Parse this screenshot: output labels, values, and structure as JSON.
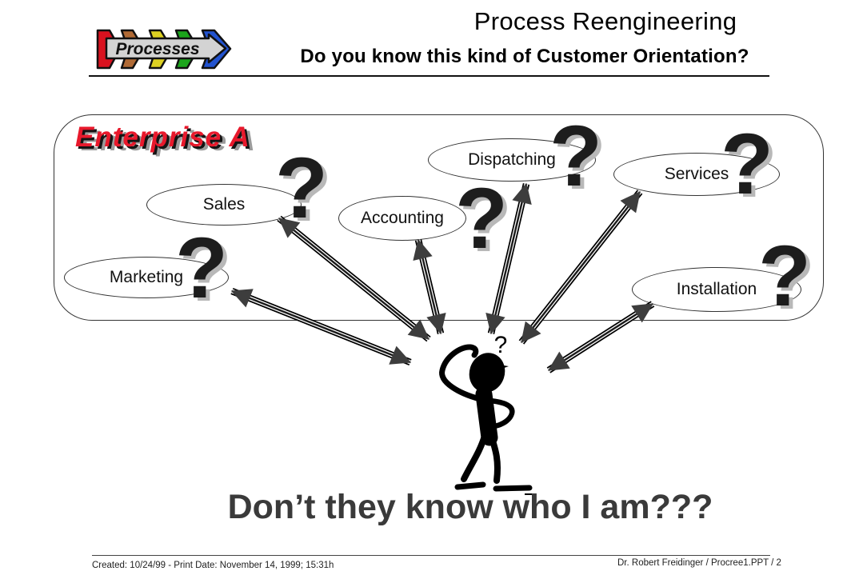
{
  "header": {
    "logo_label": "Processes",
    "title": "Process Reengineering",
    "subtitle": "Do you know this kind of Customer Orientation?",
    "logo_colors": {
      "red": "#d9121f",
      "copper": "#b06a35",
      "yellow": "#ddd122",
      "green": "#1ca51c",
      "blue": "#2253cf",
      "banner": "#d3d3d3"
    }
  },
  "enterprise": {
    "label": "Enterprise A",
    "big_question_mark": "?",
    "departments": [
      {
        "name": "Sales"
      },
      {
        "name": "Marketing"
      },
      {
        "name": "Accounting"
      },
      {
        "name": "Dispatching"
      },
      {
        "name": "Services"
      },
      {
        "name": "Installation"
      }
    ]
  },
  "figure": {
    "question": "?"
  },
  "caption": "Don’t they know who I am???",
  "footer": {
    "left": "Created: 10/24/99  -  Print Date: November 14, 1999; 15:31h",
    "right": "Dr. Robert Freidinger / Procree1.PPT / 2"
  },
  "palette": {
    "arrow_head": "#3d3d3d",
    "caption_text": "#3a3a3a",
    "enterprise_label": "#e8192c"
  }
}
